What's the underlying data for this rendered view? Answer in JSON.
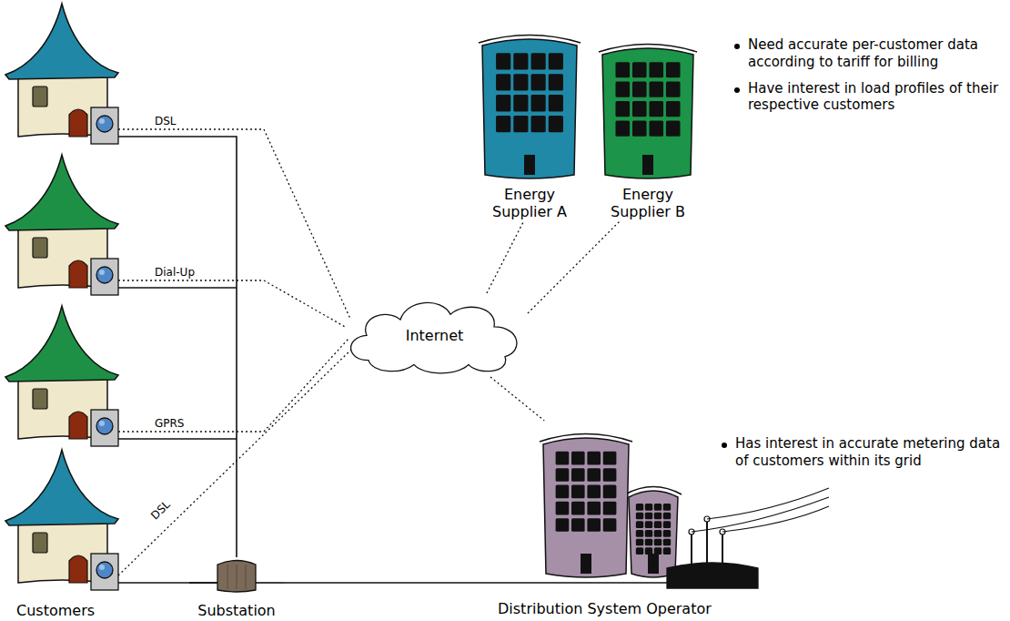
{
  "diagram": {
    "nodes": [
      {
        "text": [
          "Energy Supplier A"
        ]
      },
      {
        "text": [
          "Energy Supplier B"
        ]
      },
      {
        "text": [
          "Internet"
        ]
      },
      {
        "text": [
          "Substation"
        ]
      },
      {
        "text": [
          "Distribution System Operator"
        ]
      }
    ],
    "edges": [
      {
        "from": 2,
        "to": 0,
        "arrow": "none"
      },
      {
        "from": 2,
        "to": 1,
        "arrow": "none"
      },
      {
        "from": 2,
        "to": 4,
        "arrow": "none"
      },
      {
        "from": 3,
        "to": 4,
        "arrow": "none"
      }
    ],
    "labels": [
      "DSL",
      "Dial-Up",
      "GPRS",
      "DSL",
      "Customers",
      "Need accurate per-customer data according to tariff for billing",
      "Have interest in load profiles of their respective customers",
      "Has interest in accurate metering data of customers within its grid"
    ]
  }
}
